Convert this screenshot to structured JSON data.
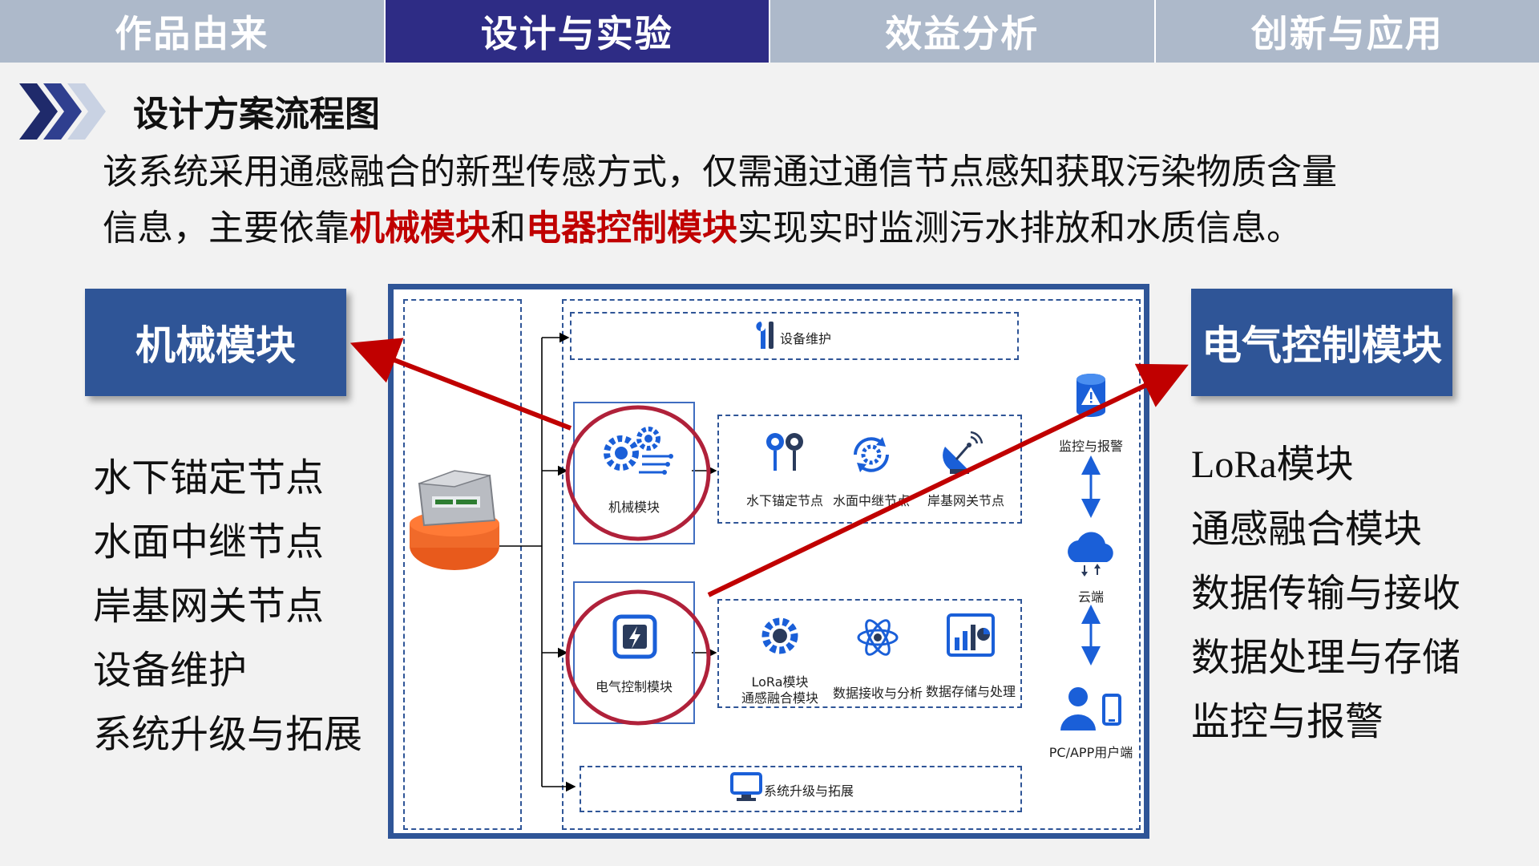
{
  "nav": {
    "tabs": [
      {
        "label": "作品由来"
      },
      {
        "label": "设计与实验"
      },
      {
        "label": "效益分析"
      },
      {
        "label": "创新与应用"
      }
    ],
    "active_index": 1
  },
  "section": {
    "title": "设计方案流程图"
  },
  "intro": {
    "line1": "该系统采用通感融合的新型传感方式，仅需通过通信节点感知获取污染物质含量",
    "line2_pre": "信息，主要依靠",
    "highlight1": "机械模块",
    "connector": "和",
    "highlight2": "电器控制模块",
    "line2_post": "实现实时监测污水排放和水质信息。"
  },
  "left_panel": {
    "title": "机械模块",
    "items": [
      "水下锚定节点",
      "水面中继节点",
      "岸基网关节点",
      "设备维护",
      "系统升级与拓展"
    ]
  },
  "right_panel": {
    "title": "电气控制模块",
    "items": [
      "LoRa模块",
      "通感融合模块",
      "数据传输与接收",
      "数据处理与存储",
      "监控与报警"
    ]
  },
  "diagram": {
    "device_maintenance": "设备维护",
    "mechanical_module": "机械模块",
    "underwater_anchor": "水下锚定节点",
    "surface_relay": "水面中继节点",
    "shore_gateway": "岸基网关节点",
    "electrical_module": "电气控制模块",
    "lora_line1": "LoRa模块",
    "lora_line2": "通感融合模块",
    "data_receive": "数据接收与分析",
    "data_storage": "数据存储与处理",
    "system_upgrade": "系统升级与拓展",
    "monitor_alarm": "监控与报警",
    "cloud": "云端",
    "user_end": "PC/APP用户端"
  },
  "colors": {
    "nav_active": "#2e2c85",
    "nav_inactive": "#adb9ca",
    "panel_blue": "#2f5597",
    "highlight_red": "#c00000",
    "icon_blue": "#1a73e8"
  }
}
